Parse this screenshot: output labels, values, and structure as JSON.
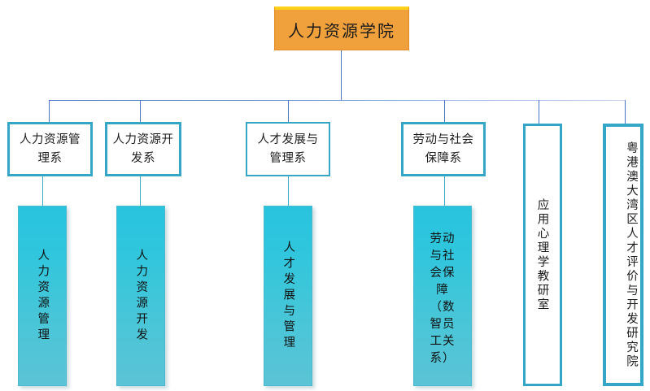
{
  "diagram": {
    "title_node": {
      "label": "人力资源学院",
      "fill_color": "#f0a13c",
      "top_border_color": "#ffd11a"
    },
    "accent_color": "#35a7c6",
    "connector_color": "#4a77c4",
    "gradient_top_color": "#29c3de",
    "gradient_bottom_color": "#5bc4d6",
    "departments": [
      {
        "label": "人力资源管理系"
      },
      {
        "label": "人力资源开发系"
      },
      {
        "label": "人才发展与管理系"
      },
      {
        "label": "劳动与社会保障系"
      },
      {
        "label": "应用心理学教研室"
      },
      {
        "label": "粤港澳大湾区人才评价与开发研究院"
      }
    ],
    "programs": [
      {
        "label": "人力资源管理"
      },
      {
        "label": "人力资源开发"
      },
      {
        "label": "人才发展与管理"
      },
      {
        "label": "劳动与社会保障（数智员工关系）"
      }
    ]
  }
}
